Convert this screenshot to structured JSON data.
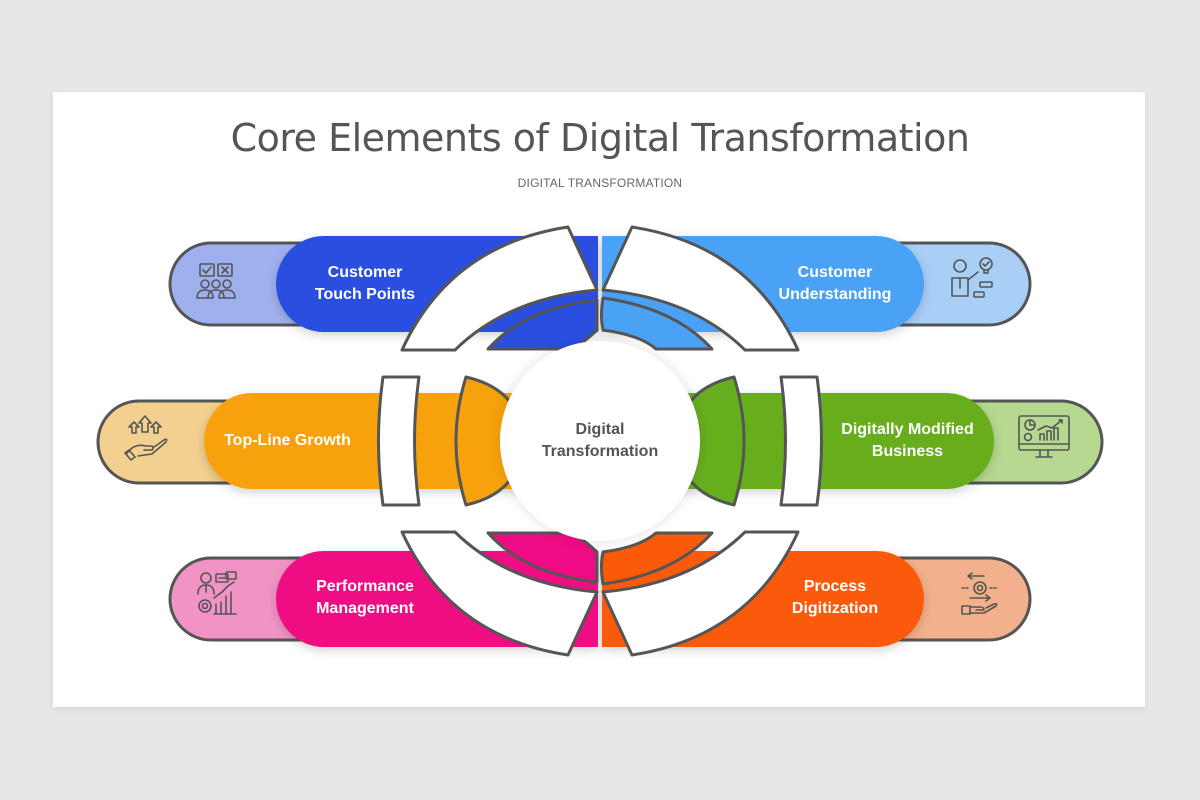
{
  "header": {
    "title": "Core Elements of Digital Transformation",
    "subtitle": "DIGITAL TRANSFORMATION"
  },
  "center": {
    "label_line1": "Digital",
    "label_line2": "Transformation"
  },
  "elements": [
    {
      "id": "customer-touch-points",
      "line1": "Customer",
      "line2": "Touch Points",
      "side": "left",
      "row": "top",
      "color": "#2a4fe0",
      "light": "#9fb0ee",
      "icon": "customer-feedback-icon"
    },
    {
      "id": "customer-understanding",
      "line1": "Customer",
      "line2": "Understanding",
      "side": "right",
      "row": "top",
      "color": "#4aa2f5",
      "light": "#a9cff6",
      "icon": "presenter-idea-icon"
    },
    {
      "id": "top-line-growth",
      "line1": "Top-Line Growth",
      "line2": "",
      "side": "left",
      "row": "middle",
      "color": "#f7a20c",
      "light": "#f3d08f",
      "icon": "growth-hand-icon"
    },
    {
      "id": "digitally-modified-business",
      "line1": "Digitally Modified",
      "line2": "Business",
      "side": "right",
      "row": "middle",
      "color": "#67ae1f",
      "light": "#b6d890",
      "icon": "monitor-analytics-icon"
    },
    {
      "id": "performance-management",
      "line1": "Performance",
      "line2": "Management",
      "side": "left",
      "row": "bottom",
      "color": "#ef0b83",
      "light": "#f293c6",
      "icon": "manager-chart-icon"
    },
    {
      "id": "process-digitization",
      "line1": "Process",
      "line2": "Digitization",
      "side": "right",
      "row": "bottom",
      "color": "#fb5a08",
      "light": "#f3b08c",
      "icon": "process-gear-hand-icon"
    }
  ],
  "colors": {
    "outline": "#555555",
    "background": "#e8e6e6",
    "card": "#ffffff",
    "text_dark": "#555555"
  }
}
